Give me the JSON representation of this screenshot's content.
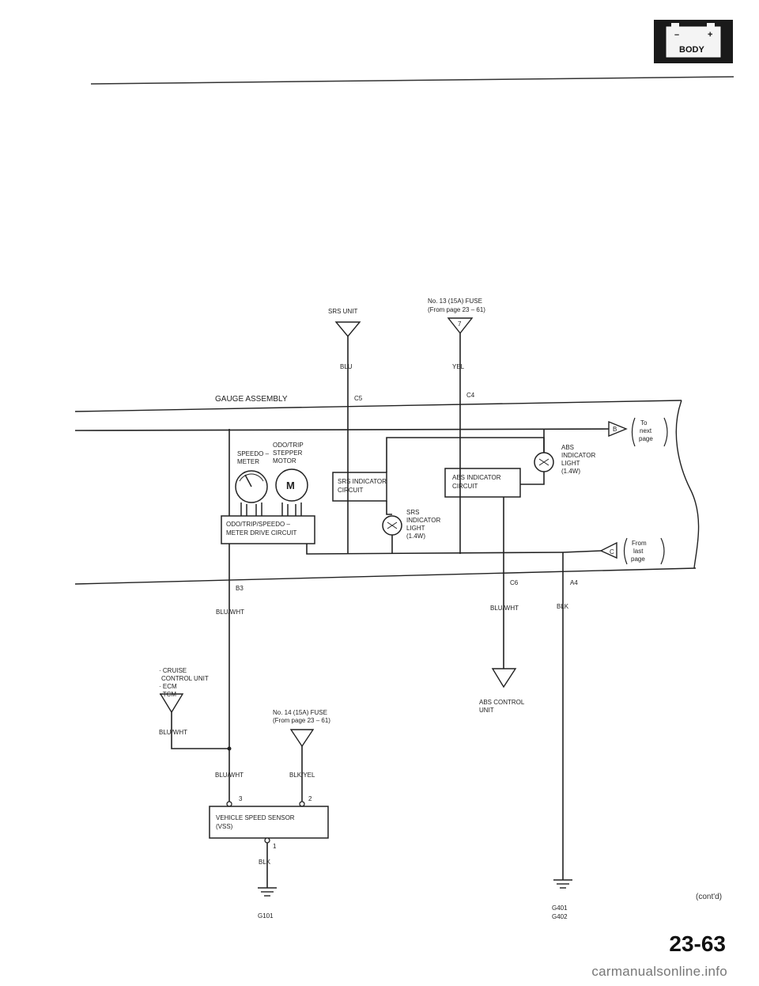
{
  "badge": {
    "label": "BODY",
    "minus": "–",
    "plus": "+"
  },
  "page_number": "23-63",
  "contd": "(cont'd)",
  "watermark": "carmanualsonline.info",
  "labels": {
    "srs_unit": "SRS UNIT",
    "fuse13_line1": "No. 13 (15A) FUSE",
    "fuse13_line2": "(From page 23 – 61)",
    "fuse13_term": "7",
    "blu": "BLU",
    "yel": "YEL",
    "gauge_assembly": "GAUGE ASSEMBLY",
    "c5": "C5",
    "c4": "C4",
    "speedo_1": "SPEEDO –",
    "speedo_2": "METER",
    "odo_1": "ODO/TRIP",
    "odo_2": "STEPPER",
    "odo_3": "MOTOR",
    "motor_m": "M",
    "drive_1": "ODO/TRIP/SPEEDO –",
    "drive_2": "METER DRIVE CIRCUIT",
    "srs_circ_1": "SRS INDICATOR",
    "srs_circ_2": "CIRCUIT",
    "srs_light_1": "SRS",
    "srs_light_2": "INDICATOR",
    "srs_light_3": "LIGHT",
    "srs_light_4": "(1.4W)",
    "abs_circ_1": "ABS INDICATOR",
    "abs_circ_2": "CIRCUIT",
    "abs_light_1": "ABS",
    "abs_light_2": "INDICATOR",
    "abs_light_3": "LIGHT",
    "abs_light_4": "(1.4W)",
    "to_next_1": "To",
    "to_next_2": "next",
    "to_next_3": "page",
    "arrow_b": "B",
    "from_last_1": "From",
    "from_last_2": "last",
    "from_last_3": "page",
    "arrow_c": "C",
    "b3": "B3",
    "c6": "C6",
    "a4": "A4",
    "bluwht_1": "BLU/WHT",
    "bluwht_2": "BLU/WHT",
    "blk_1": "BLK",
    "cruise_1": "· CRUISE",
    "cruise_2": "CONTROL UNIT",
    "cruise_3": "· ECM",
    "cruise_4": "· TCM",
    "bluwht_3": "BLU/WHT",
    "fuse14_line1": "No. 14 (15A) FUSE",
    "fuse14_line2": "(From page 23 – 61)",
    "bluwht_4": "BLU/WHT",
    "blkyel": "BLK/YEL",
    "abs_ctrl_1": "ABS CONTROL",
    "abs_ctrl_2": "UNIT",
    "vss_1": "VEHICLE SPEED SENSOR",
    "vss_2": "(VSS)",
    "pin3": "3",
    "pin2": "2",
    "pin1": "1",
    "blk_2": "BLK",
    "g101": "G101",
    "g401": "G401",
    "g402": "G402"
  }
}
